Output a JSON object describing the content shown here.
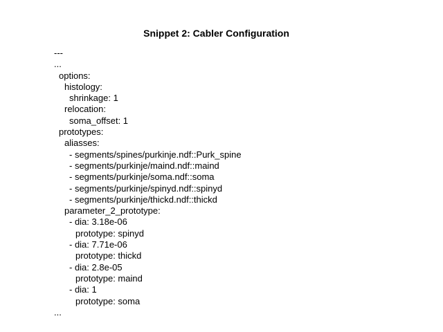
{
  "document": {
    "title": "Snippet 2: Cabler Configuration",
    "lines": [
      {
        "text": "---"
      },
      {
        "text": "..."
      },
      {
        "text": "options:"
      },
      {
        "text": "histology:"
      },
      {
        "text": "shrinkage: 1"
      },
      {
        "text": "relocation:"
      },
      {
        "text": "soma_offset: 1"
      },
      {
        "text": "prototypes:"
      },
      {
        "text": "aliasses:"
      },
      {
        "text": "- segments/spines/purkinje.ndf::Purk_spine"
      },
      {
        "text": "- segments/purkinje/maind.ndf::maind"
      },
      {
        "text": "- segments/purkinje/soma.ndf::soma"
      },
      {
        "text": "- segments/purkinje/spinyd.ndf::spinyd"
      },
      {
        "text": "- segments/purkinje/thickd.ndf::thickd"
      },
      {
        "text": "parameter_2_prototype:"
      },
      {
        "text": "- dia: 3.18e-06"
      },
      {
        "text": "prototype: spinyd"
      },
      {
        "text": "- dia: 7.71e-06"
      },
      {
        "text": "prototype: thickd"
      },
      {
        "text": "- dia: 2.8e-05"
      },
      {
        "text": "prototype: maind"
      },
      {
        "text": "- dia: 1"
      },
      {
        "text": "prototype: soma"
      },
      {
        "text": "..."
      }
    ]
  }
}
